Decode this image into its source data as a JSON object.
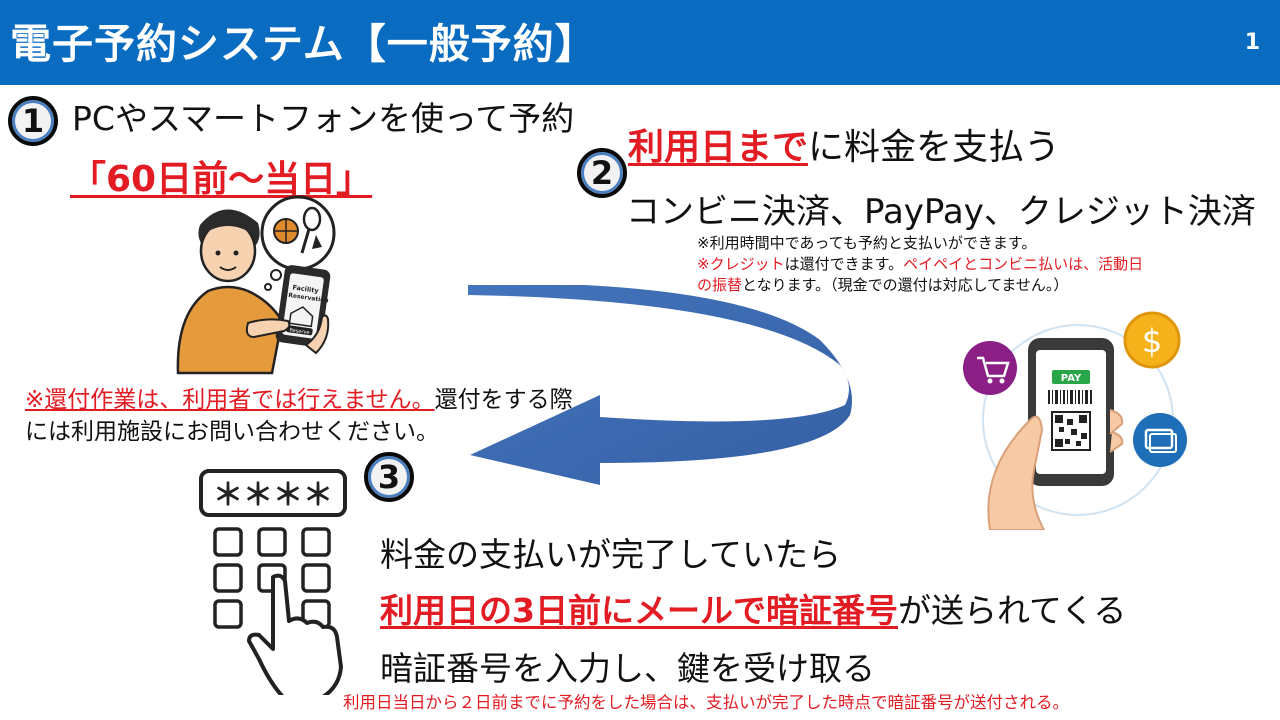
{
  "header": {
    "title": "電子予約システム【一般予約】",
    "page_number": "1"
  },
  "step1": {
    "number": "1",
    "text": "PCやスマートフォンを使って予約",
    "period": "「60日前～当日」",
    "phone_text_1": "Facility",
    "phone_text_2": "Reservation",
    "phone_button": "Reserve",
    "refund_warning": "※還付作業は、利用者では行えません。",
    "refund_text_1": "還付をする際",
    "refund_text_2": "には利用施設にお問い合わせください。"
  },
  "step2": {
    "number": "2",
    "heading_em": "利用日まで",
    "heading_rest": "に料金を支払う",
    "methods": "コンビニ決済、PayPay、クレジット決済",
    "note_1": "※利用時間中であっても予約と支払いができます。",
    "note_2_red_a": "※クレジット",
    "note_2_black_a": "は還付",
    "note_2_black_b": "できます。",
    "note_2_red_b": "ペイペイとコンビニ払いは、活動日",
    "note_3_red": "の振替",
    "note_3_black": "となります。（現金での還付は対応してません。）",
    "pay_label": "PAY",
    "currency": "$"
  },
  "step3": {
    "number": "3",
    "keypad_display": "＊＊＊＊",
    "line_1": "料金の支払いが完了していたら",
    "line_2_em": "利用日の3日前にメールで暗証番号",
    "line_2_rest": "が送られてくる",
    "line_3": "暗証番号を入力し、鍵を受け取る",
    "footnote": "利用日当日から２日前までに予約をした場合は、支払いが完了した時点で暗証番号が送付される。"
  },
  "colors": {
    "header_bg": "#0a6cc0",
    "accent_red": "#e31b23",
    "arrow_blue": "#2f5fae"
  }
}
